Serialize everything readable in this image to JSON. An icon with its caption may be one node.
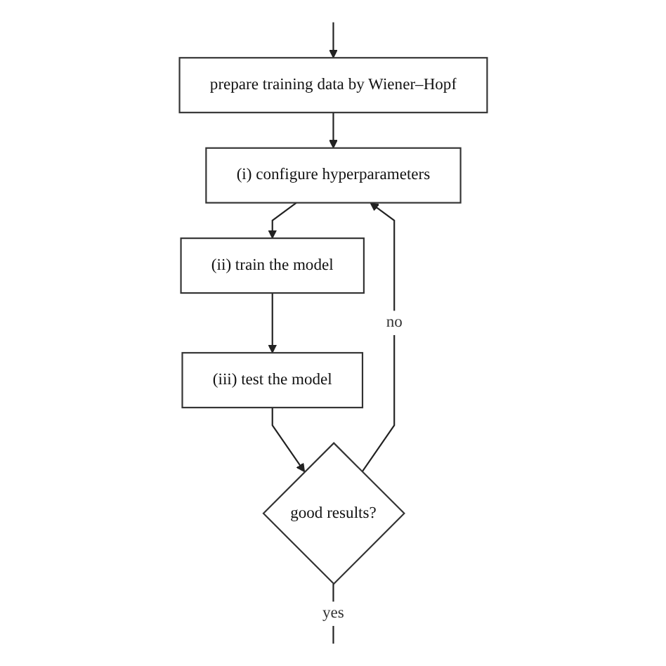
{
  "diagram": {
    "nodes": [
      {
        "text": [
          "prepare training data by Wiener–Hopf"
        ]
      },
      {
        "text": [
          "(i) configure hyperparameters"
        ]
      },
      {
        "text": [
          "(ii) train the model"
        ]
      },
      {
        "text": [
          "(iii) test the model"
        ]
      },
      {
        "text": [
          "good results?"
        ]
      }
    ],
    "edges": [
      {
        "from": null,
        "to": 0,
        "arrow": "to"
      },
      {
        "from": 0,
        "to": 1,
        "arrow": "to"
      },
      {
        "from": 1,
        "to": 2,
        "arrow": "to"
      },
      {
        "from": 2,
        "to": 3,
        "arrow": "to"
      },
      {
        "from": 3,
        "to": 4,
        "arrow": "to"
      },
      {
        "from": 4,
        "to": 1,
        "arrow": "to",
        "label": "no"
      },
      {
        "from": 4,
        "to": null,
        "arrow": "none",
        "label": "yes"
      }
    ]
  }
}
